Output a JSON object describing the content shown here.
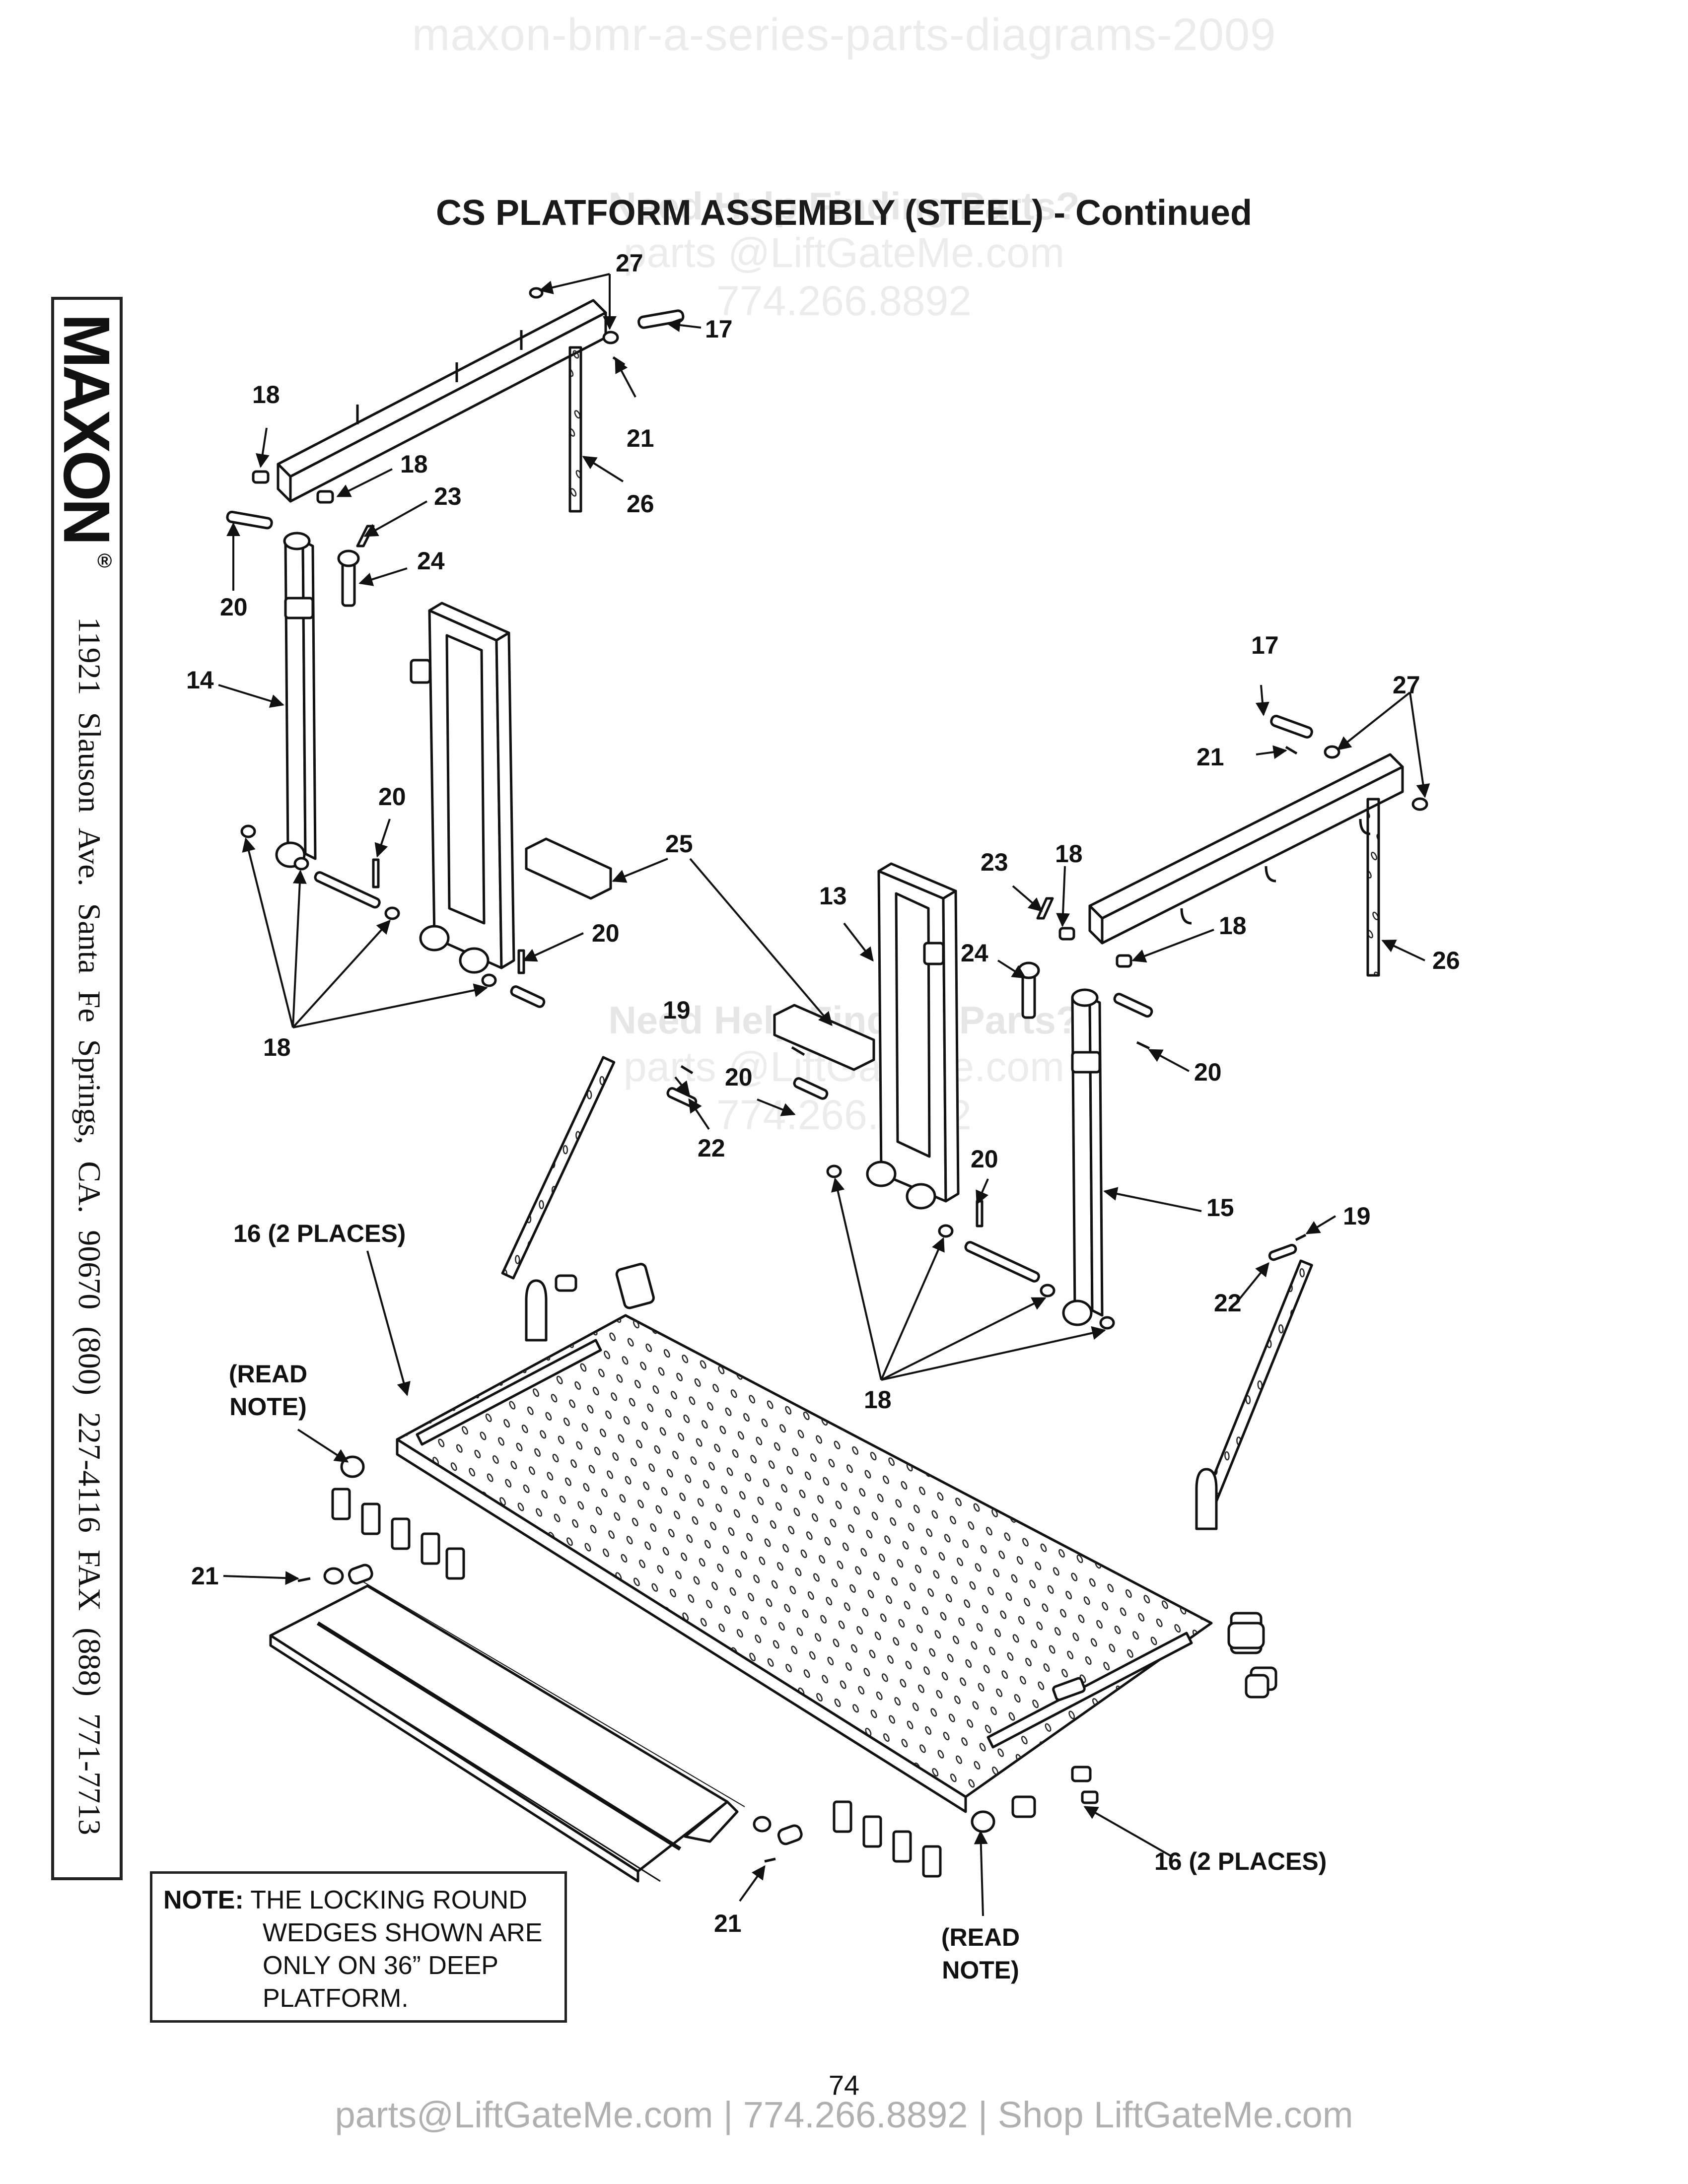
{
  "watermark": {
    "top": "maxon-bmr-a-series-parts-diagrams-2009",
    "help_line": "Need Help Finding Parts?",
    "email": "parts @LiftGateMe.com",
    "phone": "774.266.8892"
  },
  "title": "CS PLATFORM ASSEMBLY (STEEL) - Continued",
  "sidebar": {
    "brand": "MAXON",
    "registered": "®",
    "address": "11921 Slauson Ave.  Santa Fe Springs, CA.  90670  (800) 227-4116  FAX (888) 771-7713"
  },
  "callouts": {
    "c27a": "27",
    "c17a": "17",
    "c21a": "21",
    "c26a": "26",
    "c18a": "18",
    "c18b": "18",
    "c23a": "23",
    "c24a": "24",
    "c20a": "20",
    "c14": "14",
    "c20b": "20",
    "c25": "25",
    "c20c": "20",
    "c18c": "18",
    "c19a": "19",
    "c22a": "22",
    "c13": "13",
    "c20d": "20",
    "c20e": "20",
    "c17b": "17",
    "c27b": "27",
    "c21b": "21",
    "c23b": "23",
    "c18d": "18",
    "c18e": "18",
    "c24b": "24",
    "c26b": "26",
    "c20f": "20",
    "c15": "15",
    "c19b": "19",
    "c22b": "22",
    "c18f": "18",
    "c16a": "16 (2 PLACES)",
    "c16b": "16 (2 PLACES)",
    "c21c": "21",
    "c21d": "21",
    "read_note_a": "(READ NOTE)",
    "read_note_b": "(READ NOTE)"
  },
  "note": {
    "label": "NOTE:",
    "line1": "THE LOCKING ROUND",
    "line2": "WEDGES SHOWN ARE",
    "line3": "ONLY ON 36” DEEP",
    "line4": "PLATFORM."
  },
  "page_number": "74",
  "footer": "parts@LiftGateMe.com | 774.266.8892 | Shop LiftGateMe.com"
}
